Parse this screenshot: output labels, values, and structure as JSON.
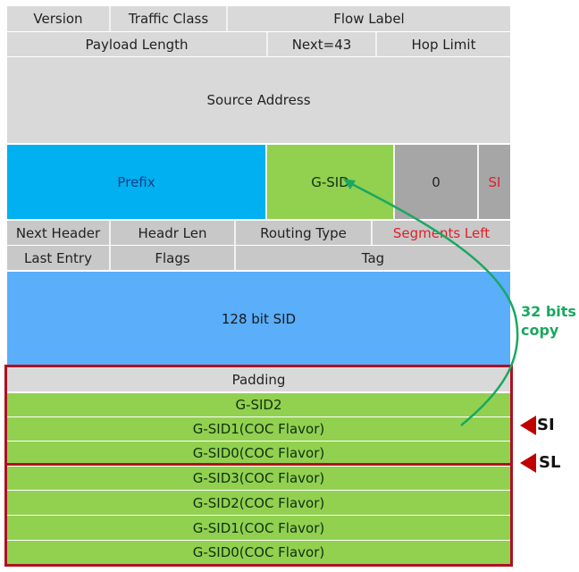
{
  "ipv6_header": {
    "row1": [
      "Version",
      "Traffic Class",
      "Flow Label"
    ],
    "row2": [
      "Payload Length",
      "Next=43",
      "Hop Limit"
    ],
    "source": "Source Address",
    "dest": [
      "Prefix",
      "G-SID",
      "0",
      "SI"
    ]
  },
  "srh": {
    "row1": [
      "Next Header",
      "Headr Len",
      "Routing Type",
      "Segments Left"
    ],
    "row2": [
      "Last Entry",
      "Flags",
      "Tag"
    ],
    "sid128": "128 bit SID",
    "container1": [
      "Padding",
      "G-SID2",
      "G-SID1(COC Flavor)",
      "G-SID0(COC Flavor)"
    ],
    "container2": [
      "G-SID3(COC Flavor)",
      "G-SID2(COC Flavor)",
      "G-SID1(COC Flavor)",
      "G-SID0(COC Flavor)"
    ]
  },
  "annotations": {
    "copy_line1": "32 bits",
    "copy_line2": "copy",
    "si_pointer": "SI",
    "sl_pointer": "SL"
  },
  "colors": {
    "prefix": "#00b0f0",
    "gsid": "#92d050",
    "sid128": "#5aaefa",
    "arrow": "#1aa860",
    "highlight": "#e0202a",
    "box": "#b01020"
  }
}
